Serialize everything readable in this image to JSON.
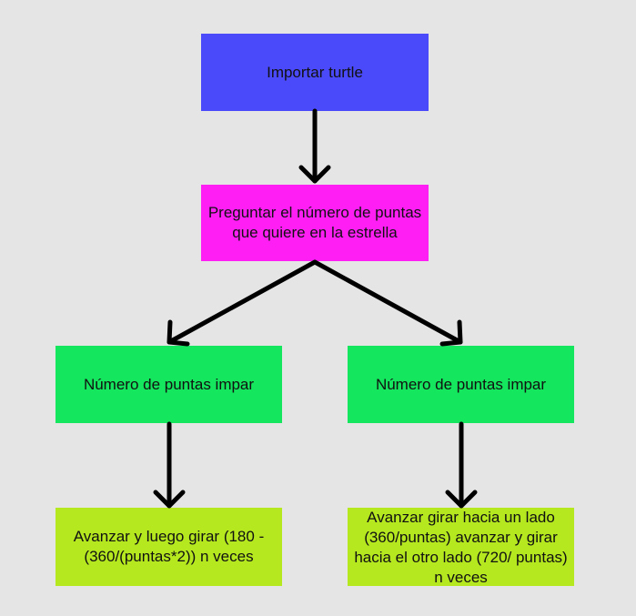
{
  "nodes": {
    "import": "Importar turtle",
    "ask": "Preguntar el número de puntas que quiere en la estrella",
    "left_condition": "Número de puntas impar",
    "right_condition": "Número de puntas impar",
    "left_action": "Avanzar y luego girar (180 - (360/(puntas*2)) n veces",
    "right_action": "Avanzar girar hacia un lado (360/puntas) avanzar y girar hacia el otro lado (720/ puntas) n veces"
  },
  "colors": {
    "background": "#e5e5e5",
    "import": "#4a4afb",
    "ask": "#ff1ff5",
    "condition": "#14e65e",
    "action": "#b5e81f",
    "arrow": "#000000"
  }
}
